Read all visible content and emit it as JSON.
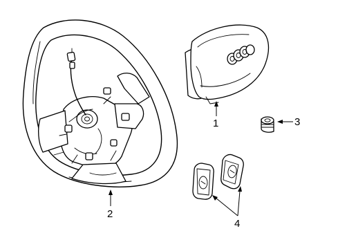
{
  "callouts": {
    "airbag": "1",
    "steering_wheel": "2",
    "bolt": "3",
    "switches": "4"
  }
}
